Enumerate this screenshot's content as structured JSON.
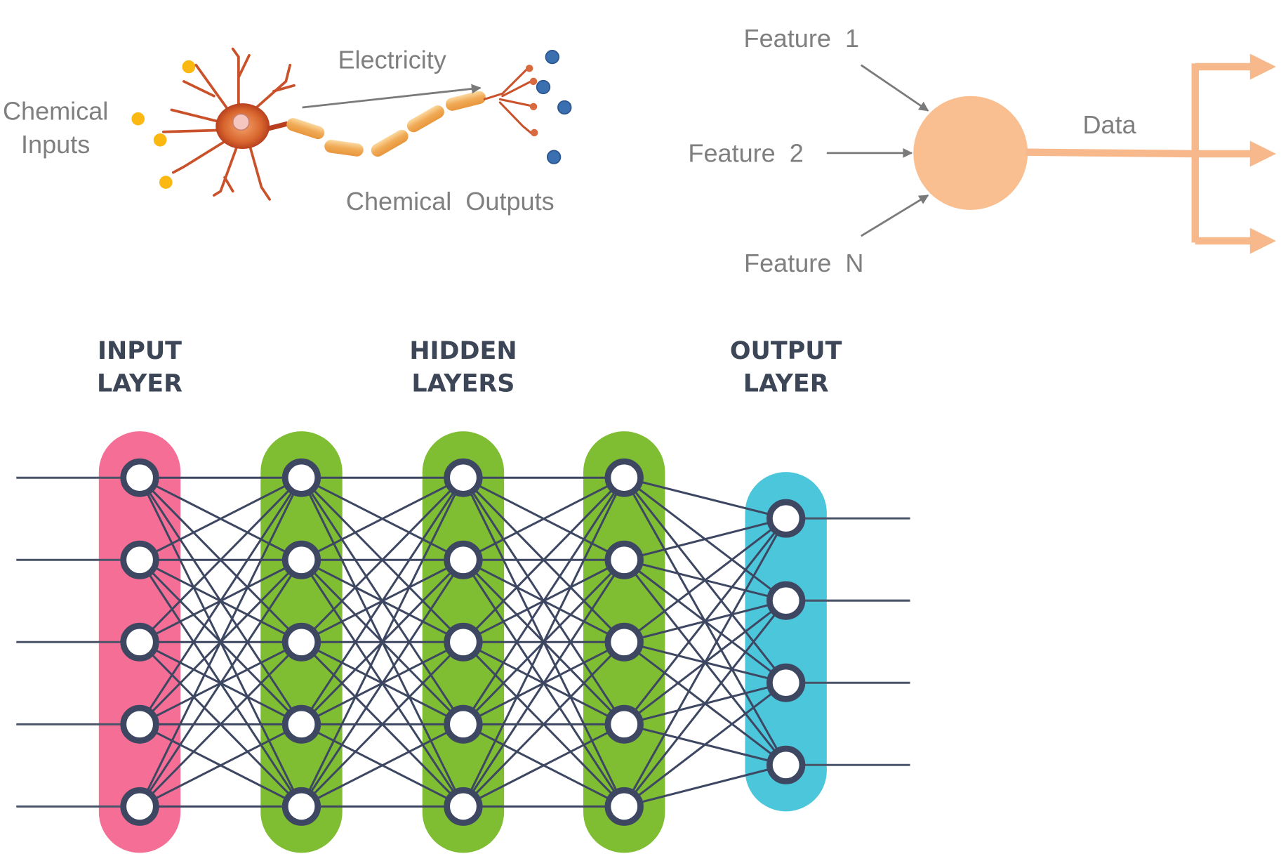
{
  "biological_neuron": {
    "inputs_label_line1": "Chemical",
    "inputs_label_line2": "Inputs",
    "signal_label": "Electricity",
    "outputs_label": "Chemical  Outputs",
    "colors": {
      "input_dot": "#fbb812",
      "output_dot": "#3a6fb0",
      "neuron_body": "#c9522a",
      "axon": "#f0b060"
    }
  },
  "artificial_neuron": {
    "features": [
      "Feature  1",
      "Feature  2",
      "Feature  N"
    ],
    "output_label": "Data",
    "output_branches": 3,
    "colors": {
      "node": "#f9bf90",
      "arrow": "#7a7a7a",
      "output": "#f7b98c"
    }
  },
  "network": {
    "layers": [
      {
        "title_line1": "INPUT",
        "title_line2": "LAYER",
        "nodes": 5,
        "color": "#f56e96"
      },
      {
        "title_line1": "HIDDEN",
        "title_line2": "LAYERS",
        "nodes": 5,
        "color": "#7fbd32"
      },
      {
        "title_line1": "",
        "title_line2": "",
        "nodes": 5,
        "color": "#7fbd32"
      },
      {
        "title_line1": "",
        "title_line2": "",
        "nodes": 5,
        "color": "#7fbd32"
      },
      {
        "title_line1": "OUTPUT",
        "title_line2": "LAYER",
        "nodes": 4,
        "color": "#4cc6db"
      }
    ],
    "edge_color": "#3d4762"
  }
}
